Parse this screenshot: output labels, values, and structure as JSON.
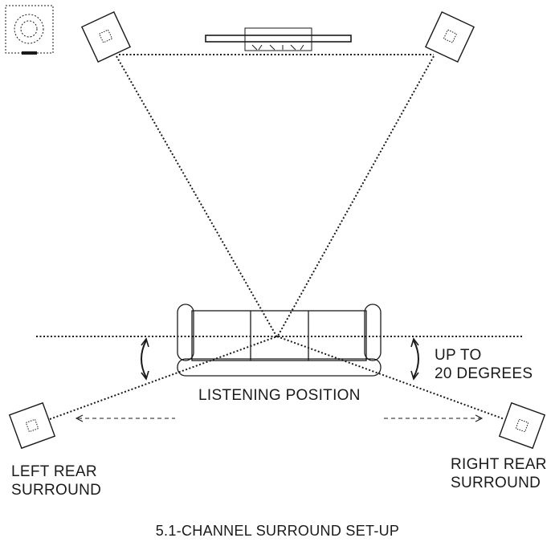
{
  "labels": {
    "listening_position": "LISTENING POSITION",
    "angle_line1": "UP TO",
    "angle_line2": "20 DEGREES",
    "left_rear_line1": "LEFT REAR",
    "left_rear_line2": "SURROUND",
    "right_rear_line1": "RIGHT REAR",
    "right_rear_line2": "SURROUND",
    "caption": "5.1-CHANNEL SURROUND SET-UP"
  },
  "icons": {
    "subwoofer": "subwoofer-icon",
    "front_left": "speaker-icon",
    "center": "center-speaker-icon",
    "front_right": "speaker-icon",
    "sofa": "sofa-icon",
    "rear_left": "speaker-icon",
    "rear_right": "speaker-icon"
  },
  "colors": {
    "ink": "#1a1a1a",
    "background": "#ffffff"
  }
}
